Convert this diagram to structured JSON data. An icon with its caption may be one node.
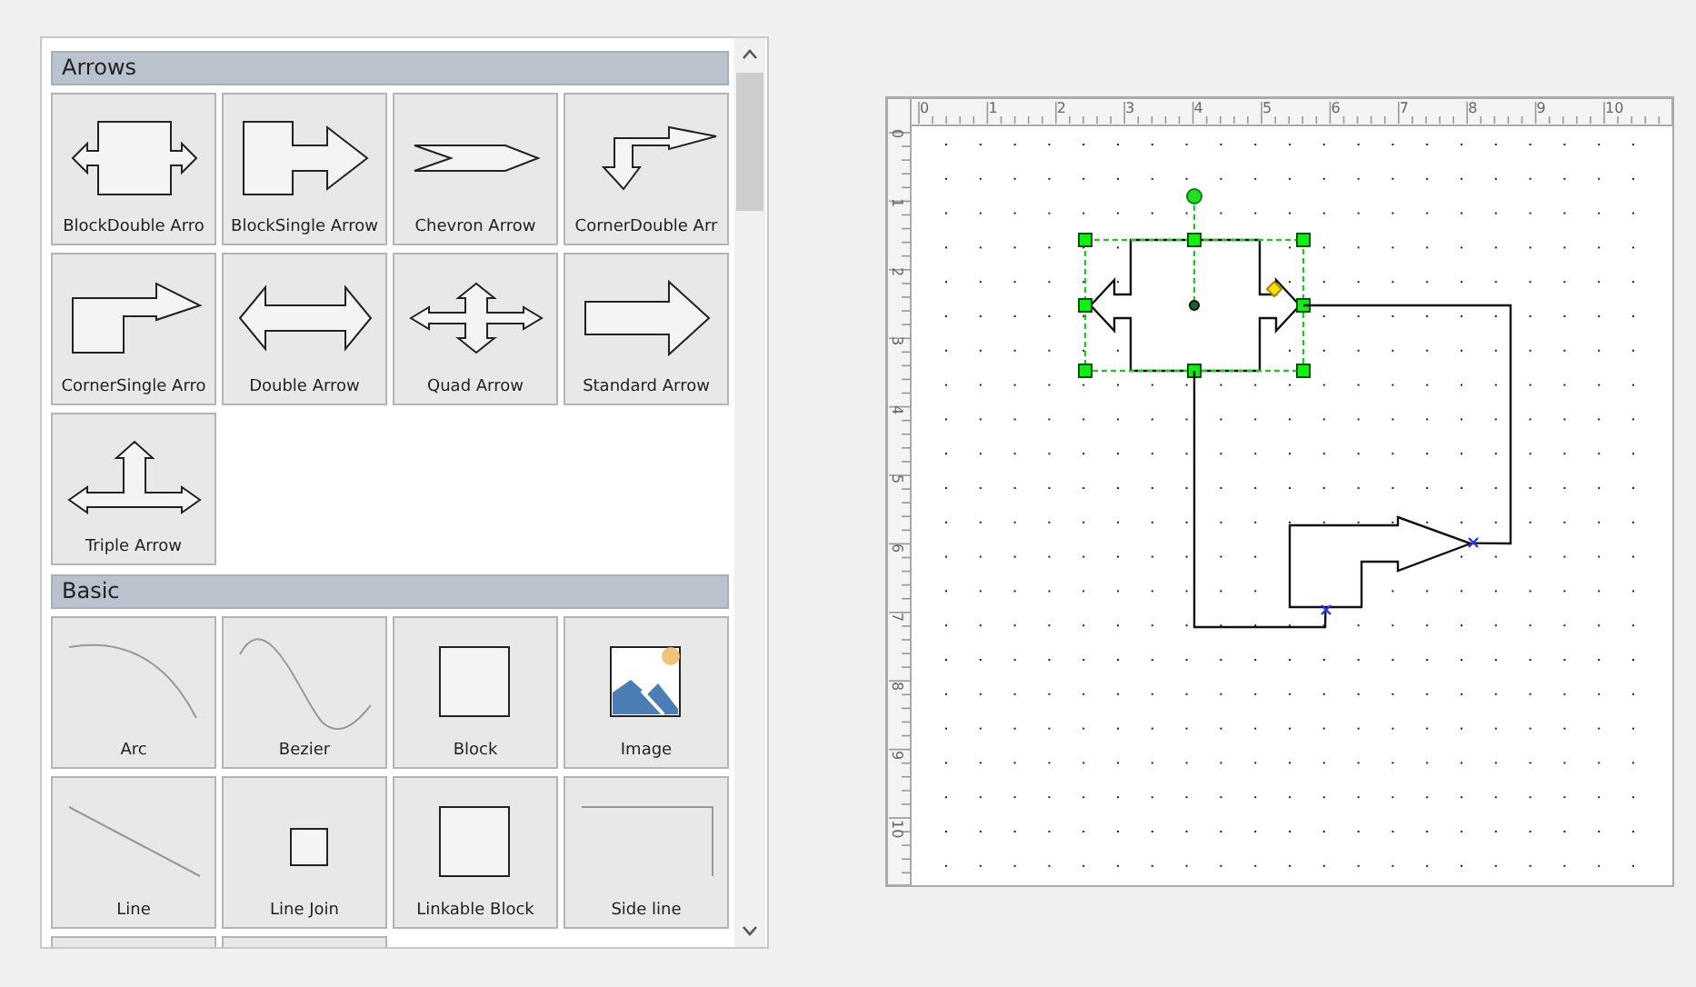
{
  "diagram": {
    "nodes": [
      {
        "text": [
          "Arrows"
        ]
      },
      {
        "text": [
          "BlockDouble Arro"
        ]
      },
      {
        "text": [
          "BlockSingle Arrow"
        ]
      },
      {
        "text": [
          "Chevron Arrow"
        ]
      },
      {
        "text": [
          "CornerDouble Arr"
        ]
      },
      {
        "text": [
          "CornerSingle Arro"
        ]
      },
      {
        "text": [
          "Double Arrow"
        ]
      },
      {
        "text": [
          "Quad Arrow"
        ]
      },
      {
        "text": [
          "Standard Arrow"
        ]
      },
      {
        "text": [
          "Triple Arrow"
        ]
      },
      {
        "text": [
          "Basic"
        ]
      },
      {
        "text": [
          "Arc"
        ]
      },
      {
        "text": [
          "Bezier"
        ]
      },
      {
        "text": [
          "Block"
        ]
      },
      {
        "text": [
          "Image"
        ]
      },
      {
        "text": [
          "Line"
        ]
      },
      {
        "text": [
          "Line Join"
        ]
      },
      {
        "text": [
          "Linkable Block"
        ]
      },
      {
        "text": [
          "Side line"
        ]
      },
      {
        "text": [],
        "shape": "box"
      },
      {
        "text": [],
        "shape": "box"
      },
      {
        "text": [],
        "shape": "arrow"
      },
      {
        "text": [],
        "shape": "arrow"
      }
    ],
    "edges": [
      {
        "from": 21,
        "to": 22,
        "arrow": "none"
      },
      {
        "from": 21,
        "to": 22,
        "arrow": "none"
      }
    ],
    "labels": [
      "0",
      "1",
      "2",
      "3",
      "4",
      "5",
      "6",
      "7",
      "8",
      "9",
      "10",
      "0",
      "1",
      "2",
      "3",
      "4",
      "5",
      "6",
      "7",
      "8",
      "9",
      "10"
    ]
  }
}
